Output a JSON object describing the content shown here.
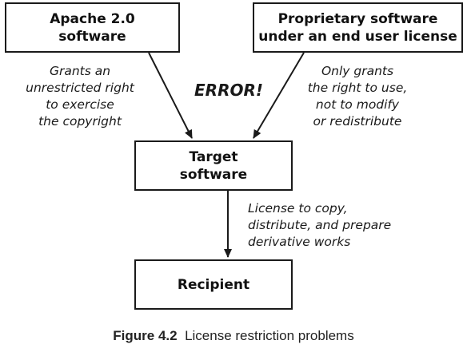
{
  "boxes": {
    "apache": {
      "line1": "Apache 2.0",
      "line2": "software"
    },
    "proprietary": {
      "line1": "Proprietary software",
      "line2": "under an end user license"
    },
    "target": {
      "line1": "Target",
      "line2": "software"
    },
    "recipient": {
      "line1": "Recipient"
    }
  },
  "notes": {
    "apache": [
      "Grants an",
      "unrestricted right",
      "to exercise",
      "the copyright"
    ],
    "proprietary": [
      "Only grants",
      "the right to use,",
      "not to modify",
      "or redistribute"
    ],
    "distribute": [
      "License to copy,",
      "distribute, and prepare",
      "derivative works"
    ]
  },
  "error_label": "ERROR!",
  "caption": {
    "figure_number": "Figure 4.2",
    "title": "License restriction problems"
  }
}
